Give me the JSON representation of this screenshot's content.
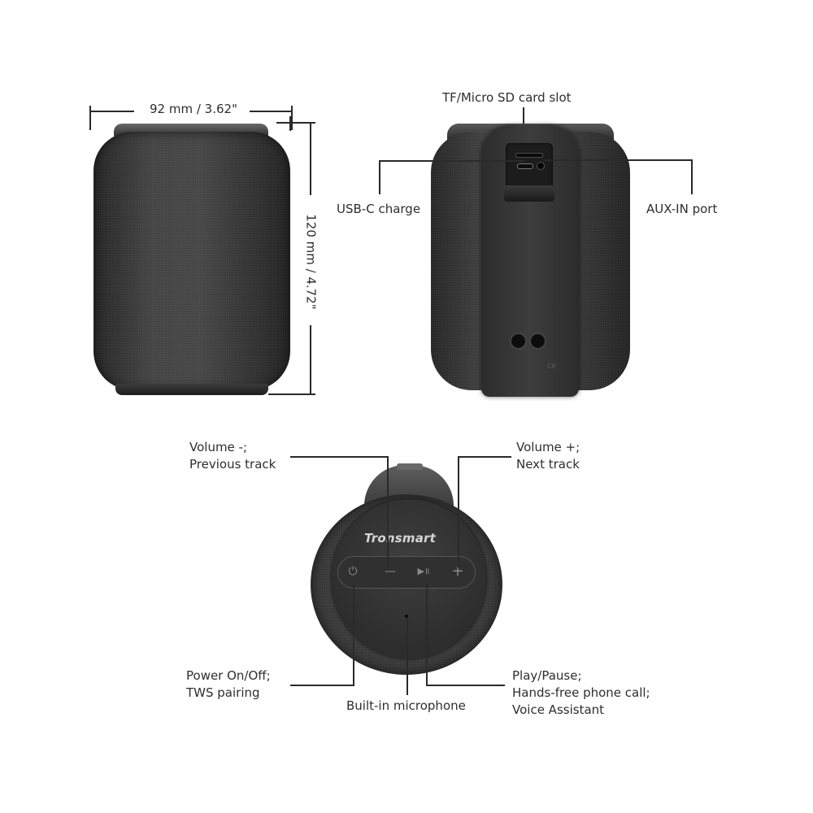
{
  "dimensions": {
    "width_label": "92 mm / 3.62\"",
    "height_label": "120 mm / 4.72\""
  },
  "back_view": {
    "callouts": {
      "sd_slot": "TF/Micro SD card slot",
      "usb_c": "USB-C charge",
      "aux_in": "AUX-IN port"
    }
  },
  "top_view": {
    "brand": "Tronsmart",
    "buttons": [
      {
        "id": "power",
        "icon": "power-icon",
        "glyph": "⏻"
      },
      {
        "id": "volume-down",
        "icon": "minus-icon",
        "glyph": "—"
      },
      {
        "id": "play-pause",
        "icon": "play-pause-icon",
        "glyph": "▶॥"
      },
      {
        "id": "volume-up",
        "icon": "plus-icon",
        "glyph": "+"
      }
    ],
    "callouts": {
      "volume_down": [
        "Volume -;",
        "Previous track"
      ],
      "volume_up": [
        "Volume +;",
        "Next track"
      ],
      "power": [
        "Power On/Off;",
        "TWS pairing"
      ],
      "microphone": "Built-in microphone",
      "play_pause": [
        "Play/Pause;",
        "Hands-free phone call;",
        "Voice Assistant"
      ]
    }
  },
  "colors": {
    "body": "#3a3a3a",
    "line": "#2a2a2a",
    "text": "#2e2e2e",
    "background": "#ffffff"
  }
}
